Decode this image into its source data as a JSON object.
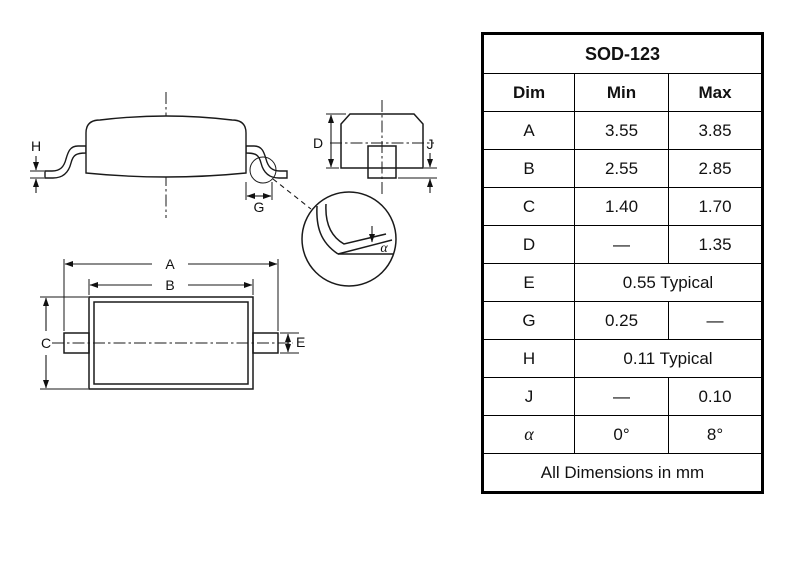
{
  "table": {
    "title": "SOD-123",
    "headers": {
      "dim": "Dim",
      "min": "Min",
      "max": "Max"
    },
    "rows": [
      {
        "dim": "A",
        "min": "3.55",
        "max": "3.85"
      },
      {
        "dim": "B",
        "min": "2.55",
        "max": "2.85"
      },
      {
        "dim": "C",
        "min": "1.40",
        "max": "1.70"
      },
      {
        "dim": "D",
        "min": "—",
        "max": "1.35"
      },
      {
        "dim": "E",
        "span": "0.55 Typical"
      },
      {
        "dim": "G",
        "min": "0.25",
        "max": "—"
      },
      {
        "dim": "H",
        "span": "0.11 Typical"
      },
      {
        "dim": "J",
        "min": "—",
        "max": "0.10"
      },
      {
        "dim": "α",
        "min": "0°",
        "max": "8°"
      }
    ],
    "footer": "All Dimensions in mm"
  },
  "drawing": {
    "labels": {
      "A": "A",
      "B": "B",
      "C": "C",
      "D": "D",
      "E": "E",
      "G": "G",
      "H": "H",
      "J": "J",
      "alpha": "α"
    }
  },
  "colors": {
    "line": "#1a1a1a",
    "background": "#ffffff"
  }
}
